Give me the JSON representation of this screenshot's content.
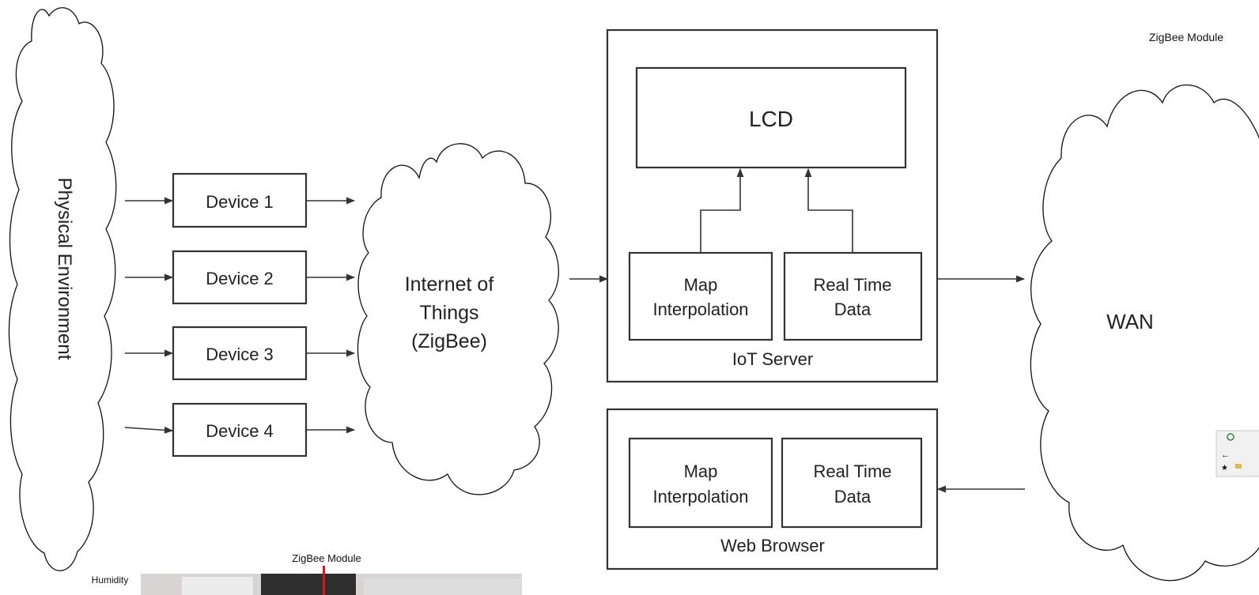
{
  "physical_environment": "Physical Environment",
  "devices": [
    "Device 1",
    "Device 2",
    "Device 3",
    "Device 4"
  ],
  "iot_cloud": [
    "Internet of",
    "Things",
    "(ZigBee)"
  ],
  "iot_server": {
    "title": "IoT Server",
    "lcd": "LCD",
    "map_interpolation": [
      "Map",
      "Interpolation"
    ],
    "real_time_data": [
      "Real Time",
      "Data"
    ]
  },
  "web_browser": {
    "title": "Web Browser",
    "map_interpolation": [
      "Map",
      "Interpolation"
    ],
    "real_time_data": [
      "Real Time",
      "Data"
    ]
  },
  "wan": "WAN",
  "zigbee_module_top": "ZigBee Module",
  "zigbee_module_bottom": "ZigBee Module",
  "humidity": "Humidity"
}
